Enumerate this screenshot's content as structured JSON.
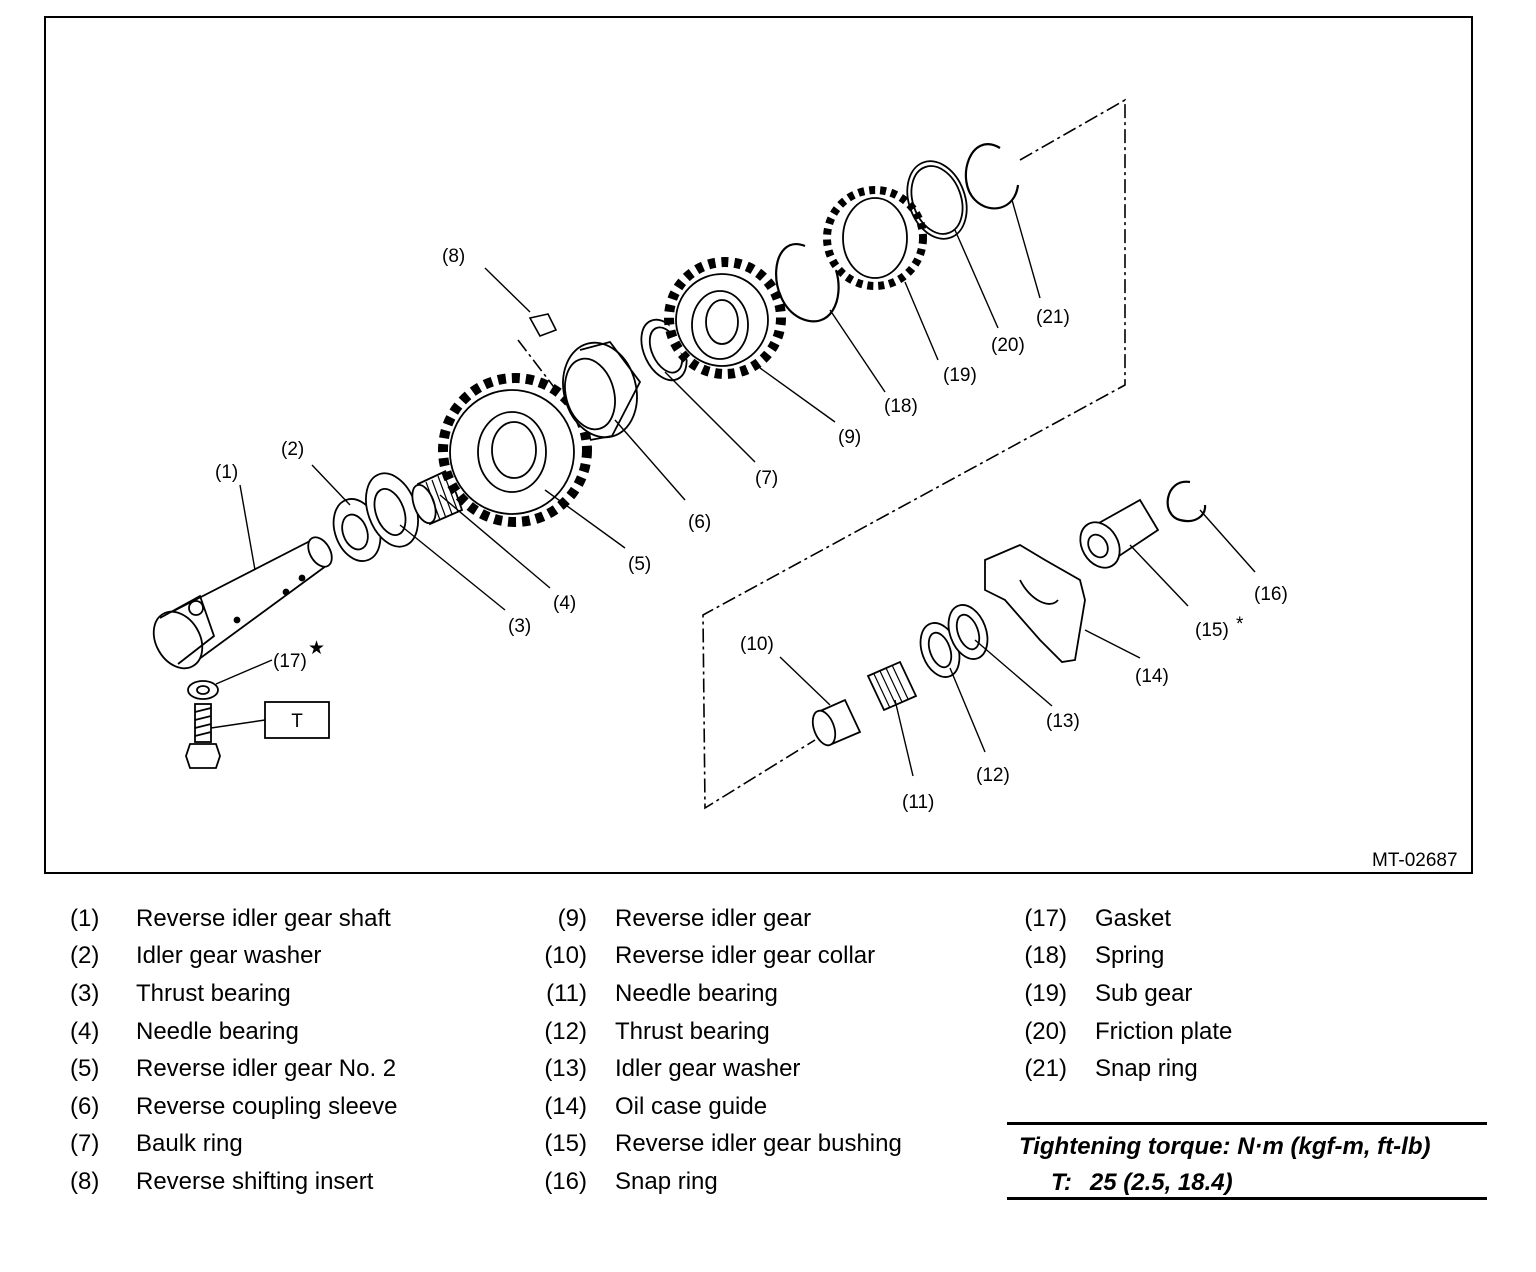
{
  "figure": {
    "id": "MT-02687",
    "callouts": [
      "(1)",
      "(2)",
      "(3)",
      "(4)",
      "(5)",
      "(6)",
      "(7)",
      "(8)",
      "(9)",
      "(10)",
      "(11)",
      "(12)",
      "(13)",
      "(14)",
      "(15)",
      "(16)",
      "(17)",
      "(18)",
      "(19)",
      "(20)",
      "(21)"
    ],
    "box_label": "T",
    "star_mark": "★",
    "asterisk_mark": "*"
  },
  "legend": {
    "col1": [
      {
        "num": "(1)",
        "text": "Reverse idler gear shaft"
      },
      {
        "num": "(2)",
        "text": "Idler gear washer"
      },
      {
        "num": "(3)",
        "text": "Thrust bearing"
      },
      {
        "num": "(4)",
        "text": "Needle bearing"
      },
      {
        "num": "(5)",
        "text": "Reverse idler gear No. 2"
      },
      {
        "num": "(6)",
        "text": "Reverse coupling sleeve"
      },
      {
        "num": "(7)",
        "text": "Baulk ring"
      },
      {
        "num": "(8)",
        "text": "Reverse shifting insert"
      }
    ],
    "col2": [
      {
        "num": "(9)",
        "text": "Reverse idler gear"
      },
      {
        "num": "(10)",
        "text": "Reverse idler gear collar"
      },
      {
        "num": "(11)",
        "text": "Needle bearing"
      },
      {
        "num": "(12)",
        "text": "Thrust bearing"
      },
      {
        "num": "(13)",
        "text": "Idler gear washer"
      },
      {
        "num": "(14)",
        "text": "Oil case guide"
      },
      {
        "num": "(15)",
        "text": "Reverse idler gear bushing"
      },
      {
        "num": "(16)",
        "text": "Snap ring"
      }
    ],
    "col3": [
      {
        "num": "(17)",
        "text": "Gasket"
      },
      {
        "num": "(18)",
        "text": "Spring"
      },
      {
        "num": "(19)",
        "text": "Sub gear"
      },
      {
        "num": "(20)",
        "text": "Friction plate"
      },
      {
        "num": "(21)",
        "text": "Snap ring"
      }
    ]
  },
  "torque": {
    "title": "Tightening torque: N·m (kgf-m, ft-lb)",
    "label": "T:",
    "value": "25 (2.5, 18.4)"
  }
}
